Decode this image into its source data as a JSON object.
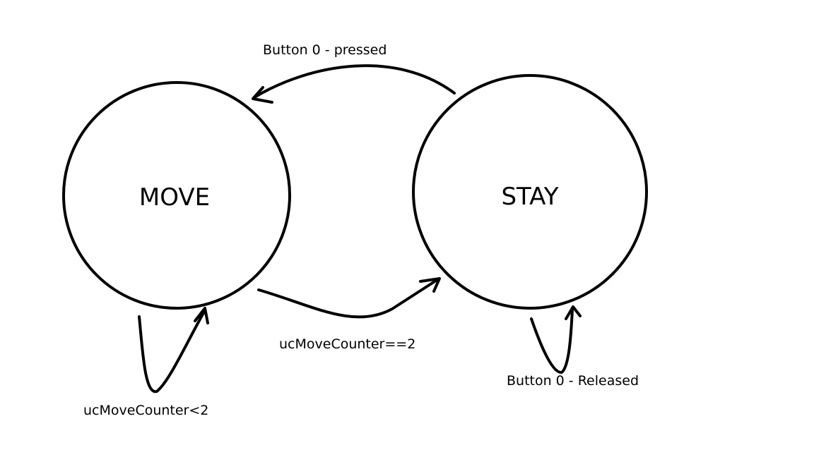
{
  "states": {
    "move": {
      "label": "MOVE"
    },
    "stay": {
      "label": "STAY"
    }
  },
  "transitions": {
    "stay_to_move": {
      "label": "Button 0 - pressed"
    },
    "move_to_stay": {
      "label": "ucMoveCounter==2"
    },
    "move_self": {
      "label": "ucMoveCounter<2"
    },
    "stay_self": {
      "label": "Button 0 - Released"
    }
  },
  "colors": {
    "stroke": "#000000",
    "background": "#ffffff"
  }
}
